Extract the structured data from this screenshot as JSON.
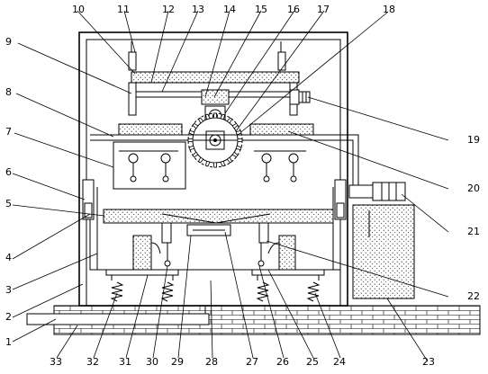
{
  "figure": {
    "labels_top": [
      "10",
      "11",
      "12",
      "13",
      "14",
      "15",
      "16",
      "17",
      "18"
    ],
    "labels_left": [
      "9",
      "8",
      "7",
      "6",
      "5",
      "4",
      "3",
      "2",
      "1"
    ],
    "labels_right": [
      "19",
      "20",
      "21",
      "22",
      "23"
    ],
    "labels_bottom": [
      "33",
      "32",
      "31",
      "30",
      "29",
      "28",
      "27",
      "26",
      "25",
      "24"
    ]
  }
}
